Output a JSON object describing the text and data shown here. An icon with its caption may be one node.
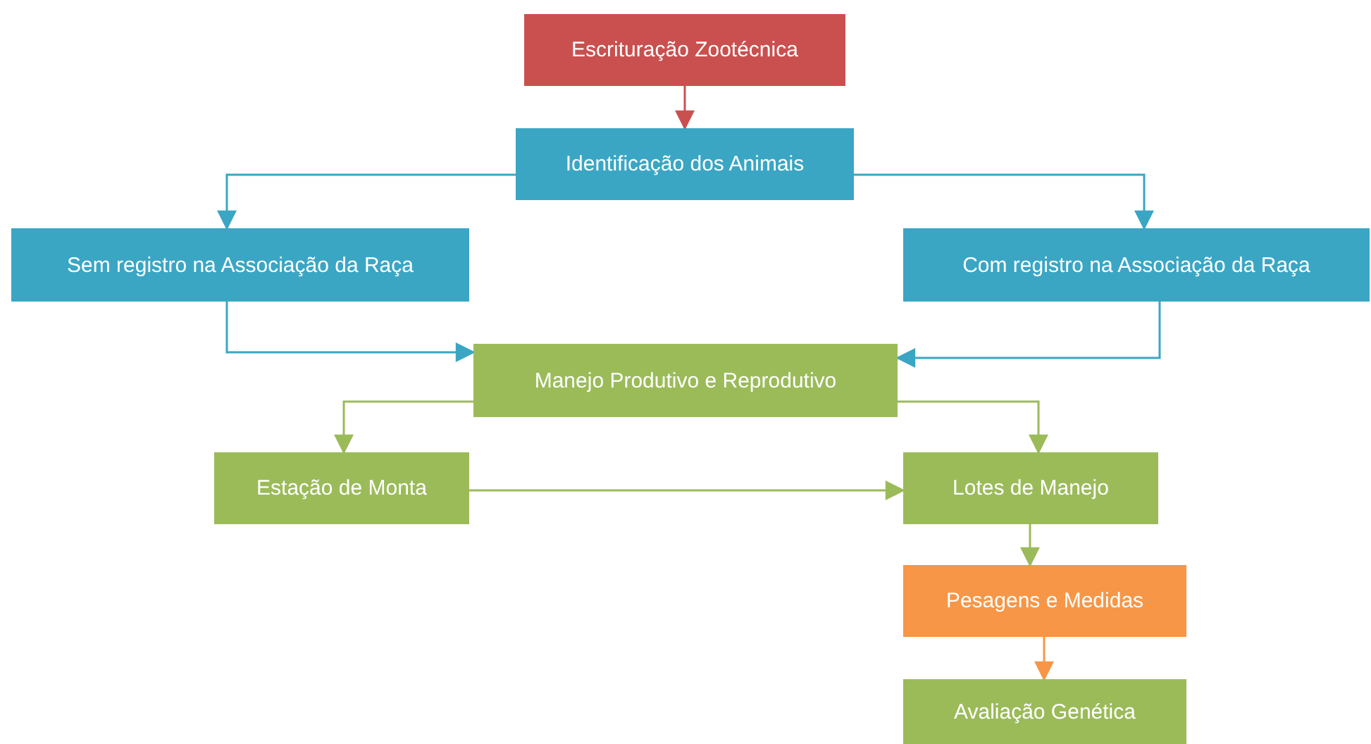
{
  "diagram": {
    "nodes": [
      {
        "text": [
          "Escrituração Zootécnica"
        ]
      },
      {
        "text": [
          "Identificação dos Animais"
        ]
      },
      {
        "text": [
          "Sem registro na Associação da Raça"
        ]
      },
      {
        "text": [
          "Com registro na Associação da Raça"
        ]
      },
      {
        "text": [
          "Manejo Produtivo e Reprodutivo"
        ]
      },
      {
        "text": [
          "Estação de Monta"
        ]
      },
      {
        "text": [
          "Lotes de Manejo"
        ]
      },
      {
        "text": [
          "Pesagens e Medidas"
        ]
      },
      {
        "text": [
          "Avaliação Genética"
        ]
      }
    ],
    "edges": [
      {
        "from": 0,
        "to": 1,
        "arrow": "to",
        "color": "#c9504f"
      },
      {
        "from": 1,
        "to": 2,
        "arrow": "to"
      },
      {
        "from": 1,
        "to": 3,
        "arrow": "to"
      },
      {
        "from": 2,
        "to": 4,
        "arrow": "to"
      },
      {
        "from": 3,
        "to": 4,
        "arrow": "to"
      },
      {
        "from": 4,
        "to": 5,
        "arrow": "to",
        "color": "#9bbb59"
      },
      {
        "from": 4,
        "to": 6,
        "arrow": "to",
        "color": "#9bbb59"
      },
      {
        "from": 5,
        "to": 6,
        "arrow": "to",
        "color": "#9bbb59"
      },
      {
        "from": 6,
        "to": 7,
        "arrow": "to",
        "color": "#9bbb59"
      },
      {
        "from": 7,
        "to": 8,
        "arrow": "to",
        "color": "#f79646"
      }
    ]
  }
}
